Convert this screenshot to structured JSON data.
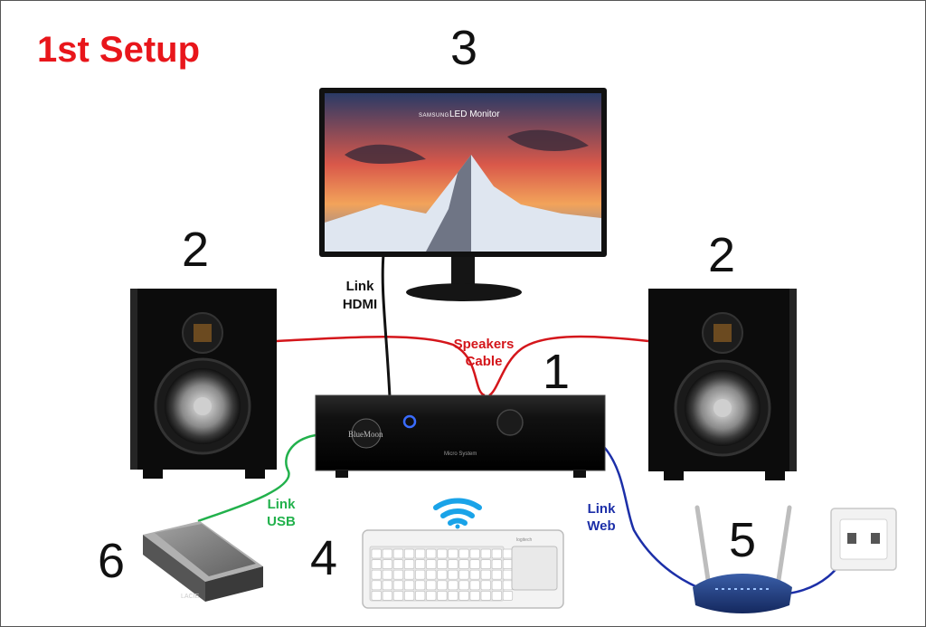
{
  "title": "1st Setup",
  "numbers": {
    "amplifier": "1",
    "speaker_left": "2",
    "speaker_right": "2",
    "monitor": "3",
    "keyboard": "4",
    "router": "5",
    "hard_drive": "6"
  },
  "links": {
    "hdmi_line1": "Link",
    "hdmi_line2": "HDMI",
    "speakers_line1": "Speakers",
    "speakers_line2": "Cable",
    "usb_line1": "Link",
    "usb_line2": "USB",
    "web_line1": "Link",
    "web_line2": "Web"
  },
  "device_text": {
    "monitor_brand": "SAMSUNG",
    "monitor_model": "LED Monitor",
    "amp_logo": "BlueMoon",
    "amp_model": "Micro System",
    "drive_brand": "LACIE",
    "keyboard_brand": "logitech"
  },
  "colors": {
    "title": "#e8161b",
    "speaker_cable": "#d4161b",
    "usb_cable": "#22b14c",
    "web_cable": "#1c2fa8",
    "hdmi_cable": "#111111"
  }
}
